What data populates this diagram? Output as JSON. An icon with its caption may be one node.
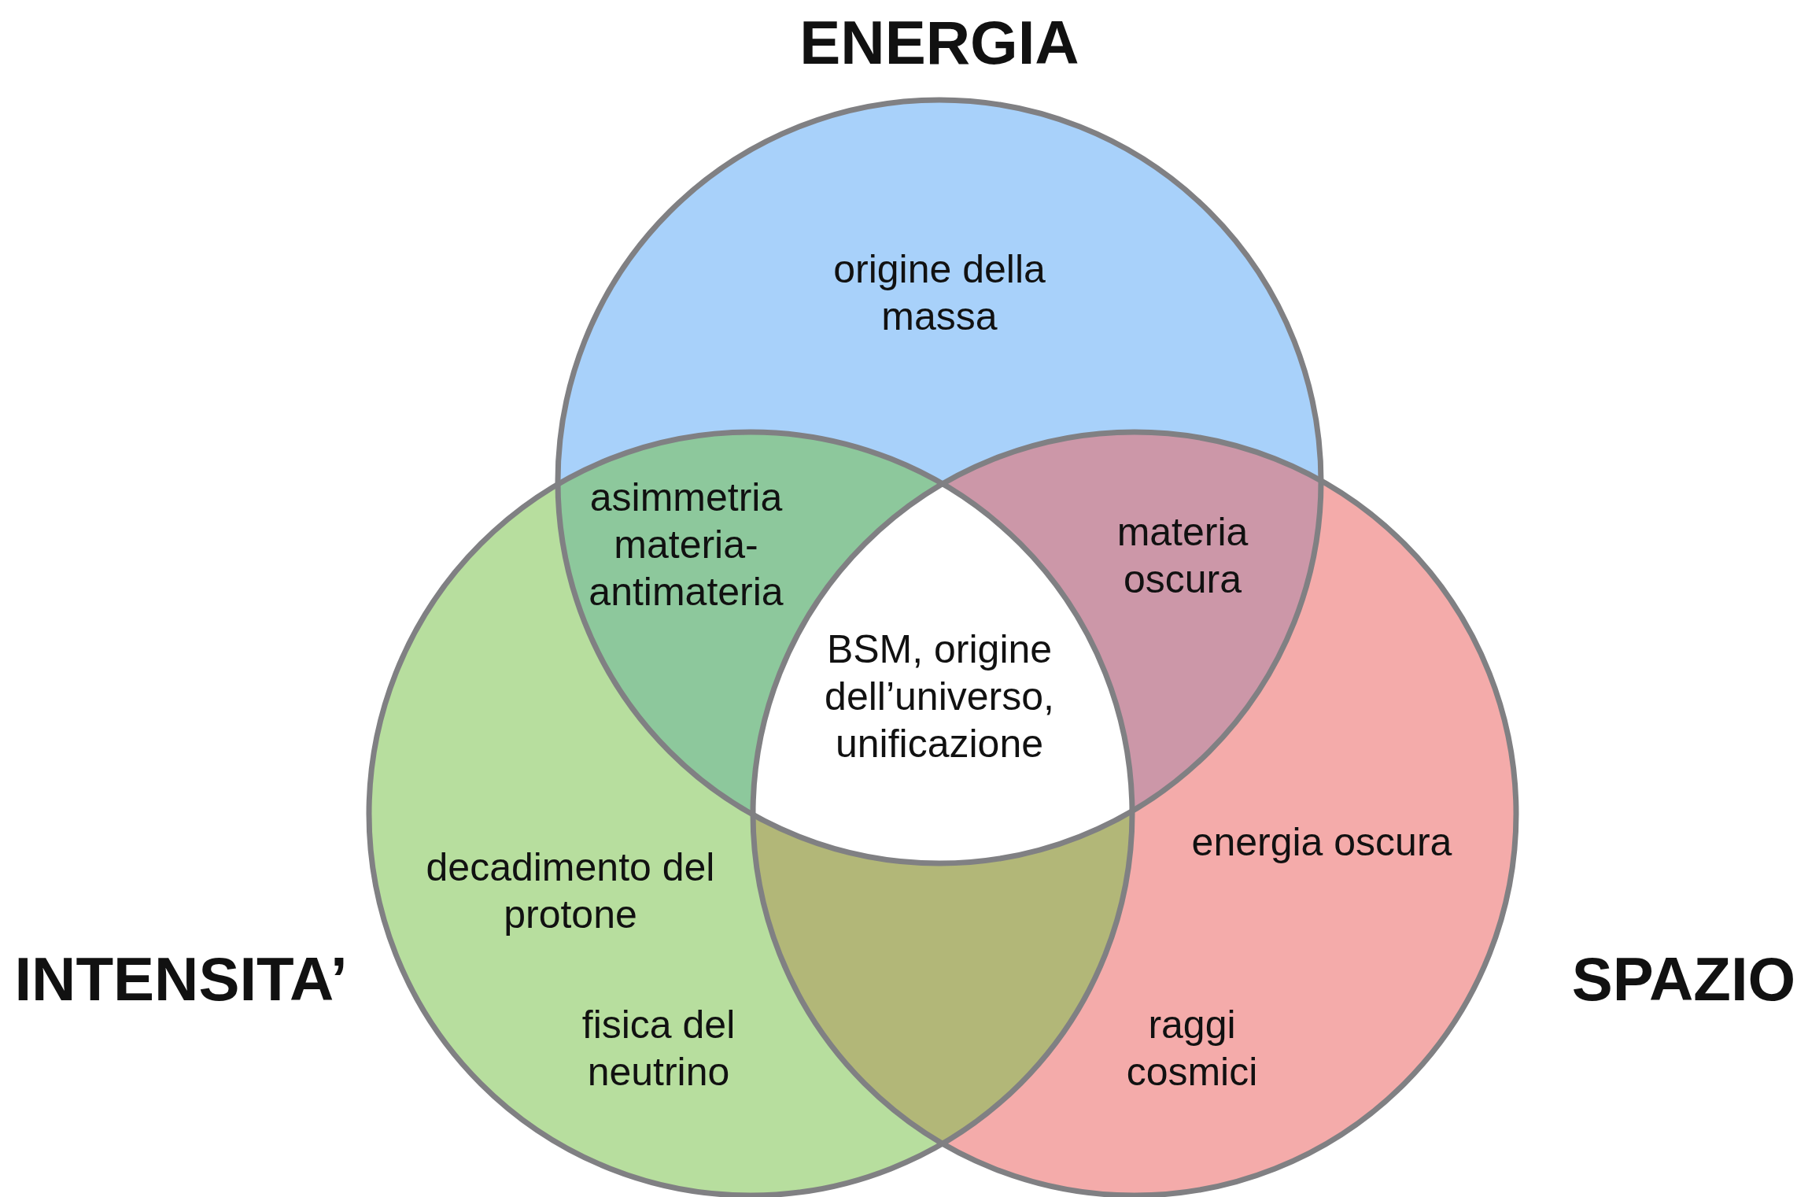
{
  "diagram": {
    "nodes": [
      {
        "text": [
          "ENERGIA",
          "origine della massa"
        ]
      },
      {
        "text": [
          "INTENSITA’",
          "decadimento del protone",
          "fisica del neutrino"
        ]
      },
      {
        "text": [
          "SPAZIO",
          "energia oscura",
          "raggi cosmici"
        ]
      }
    ],
    "labels": [
      "asimmetria materia-antimateria",
      "materia oscura",
      "BSM, origine dell’universo, unificazione"
    ]
  }
}
